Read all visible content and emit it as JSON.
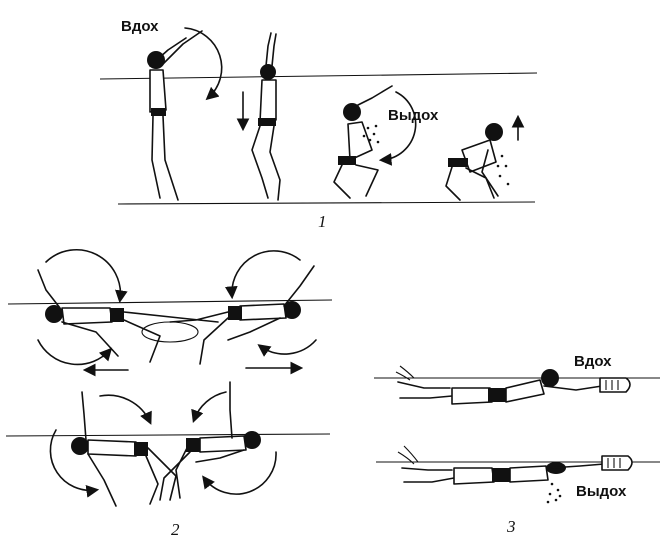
{
  "labels": {
    "inhale": "Вдох",
    "exhale": "Выдох"
  },
  "panels": {
    "one": "1",
    "two": "2",
    "three": "3"
  },
  "colors": {
    "ink": "#111111",
    "background": "#ffffff"
  }
}
